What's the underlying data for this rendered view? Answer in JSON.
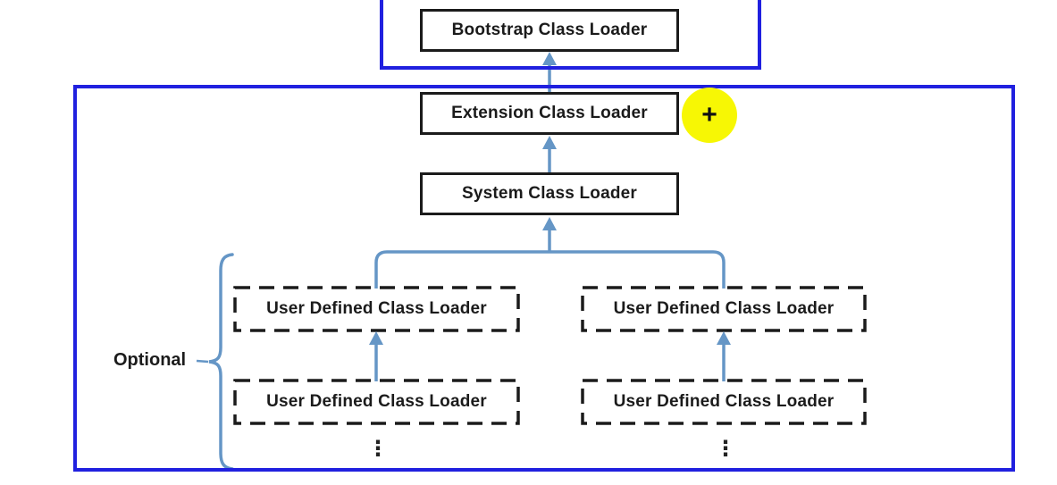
{
  "nodes": {
    "bootstrap": "Bootstrap Class Loader",
    "extension": "Extension Class Loader",
    "system": "System Class Loader",
    "user_defined": [
      "User Defined Class Loader",
      "User Defined Class Loader",
      "User Defined Class Loader",
      "User Defined Class Loader"
    ]
  },
  "labels": {
    "optional": "Optional",
    "plus_cursor": "+",
    "ellipsis": "⋮"
  },
  "colors": {
    "frame_blue": "#2020df",
    "arrow_blue": "#6596c6",
    "box_border": "#1b1b1b",
    "highlight_yellow": "#f7f704",
    "text": "#1b1b1b"
  }
}
